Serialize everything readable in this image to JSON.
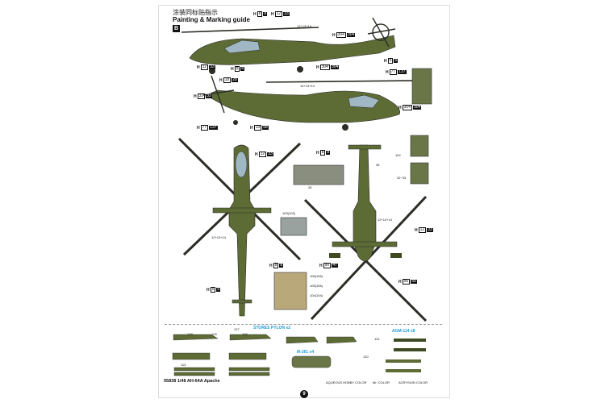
{
  "page": {
    "title_cn": "涂装同标贴指示",
    "title_en": "Painting & Marking guide",
    "section_badge": "B",
    "page_number": "9"
  },
  "footer": {
    "product": "05838 1/48 AH-64A Apache"
  },
  "color_legend": {
    "aqueous": "AQUEOUS HOBBY COLOR",
    "mr": "Mr. COLOR",
    "acrysion": "ACRYSION COLOR"
  },
  "stores": {
    "pylon": "STORES PYLON x2",
    "m261": "M-261 x4",
    "agm114": "AGM-114 x8"
  },
  "paint_codes": [
    {
      "h": "H",
      "code": "8",
      "num": "8"
    },
    {
      "h": "H",
      "code": "12",
      "num": "33"
    },
    {
      "h": "H",
      "code": "304",
      "num": "304"
    },
    {
      "h": "H",
      "code": "304",
      "num": "304"
    },
    {
      "h": "H",
      "code": "12",
      "num": "33"
    },
    {
      "h": "H",
      "code": "8",
      "num": "8"
    },
    {
      "h": "H",
      "code": "32",
      "num": "33"
    },
    {
      "h": "H",
      "code": "77",
      "num": "137"
    },
    {
      "h": "H",
      "code": "19",
      "num": "58"
    },
    {
      "h": "H",
      "code": "304",
      "num": "304"
    },
    {
      "h": "H",
      "code": "12",
      "num": "33"
    },
    {
      "h": "H",
      "code": "5",
      "num": "5"
    },
    {
      "h": "H",
      "code": "8",
      "num": "8"
    },
    {
      "h": "H",
      "code": "56",
      "num": "55"
    },
    {
      "h": "H",
      "code": "12",
      "num": "33"
    },
    {
      "h": "H",
      "code": "8",
      "num": "8"
    },
    {
      "h": "H",
      "code": "90",
      "num": "47"
    },
    {
      "h": "H",
      "code": "5",
      "num": "5"
    },
    {
      "h": "H",
      "code": "18",
      "num": "28"
    },
    {
      "h": "H",
      "code": "77",
      "num": "137"
    }
  ],
  "labels": {
    "a": "12+13+14",
    "b": "102",
    "c": "26",
    "d": "36",
    "e": "106(106)",
    "f": "105(106)",
    "g": "104(104)",
    "h": "103(103)",
    "i": "32~33",
    "j": "113",
    "k": "120",
    "l": "125",
    "m": "126",
    "n": "127",
    "o": "128"
  },
  "colors": {
    "olive": "#5d6b35",
    "olive_dark": "#3f4a22",
    "rotor": "#2b2e26",
    "glass": "#9fb8c4",
    "stores_blue": "#1f9bd1"
  }
}
